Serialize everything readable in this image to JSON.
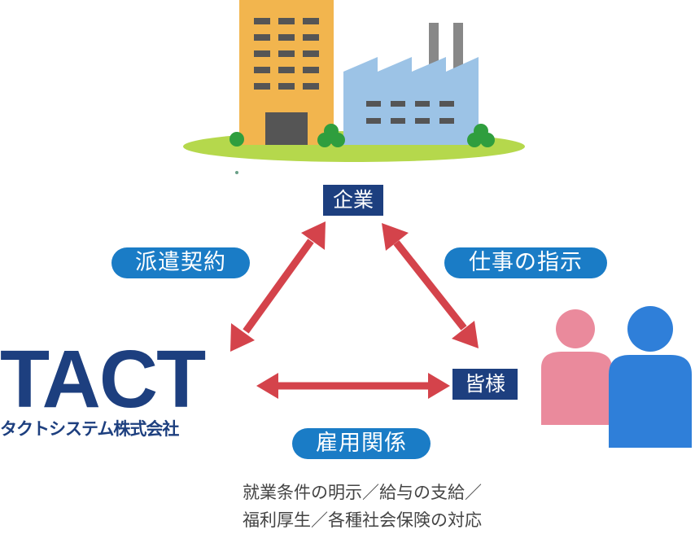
{
  "nodes": {
    "company": "企業",
    "you": "皆様"
  },
  "relations": {
    "dispatch_contract": "派遣契約",
    "work_instruction": "仕事の指示",
    "employment": "雇用関係"
  },
  "logo": {
    "main": "TACT",
    "sub": "タクトシステム株式会社"
  },
  "employment_details": {
    "line1": "就業条件の明示／給与の支給／",
    "line2": "福利厚生／各種社会保険の対応"
  },
  "icons": [
    "office-building-icon",
    "factory-icon",
    "tree-icon",
    "people-icon"
  ],
  "colors": {
    "node_box": "#1d3f7f",
    "pill": "#1a7cc6",
    "arrow": "#d4434b",
    "logo": "#1d3f7f"
  }
}
